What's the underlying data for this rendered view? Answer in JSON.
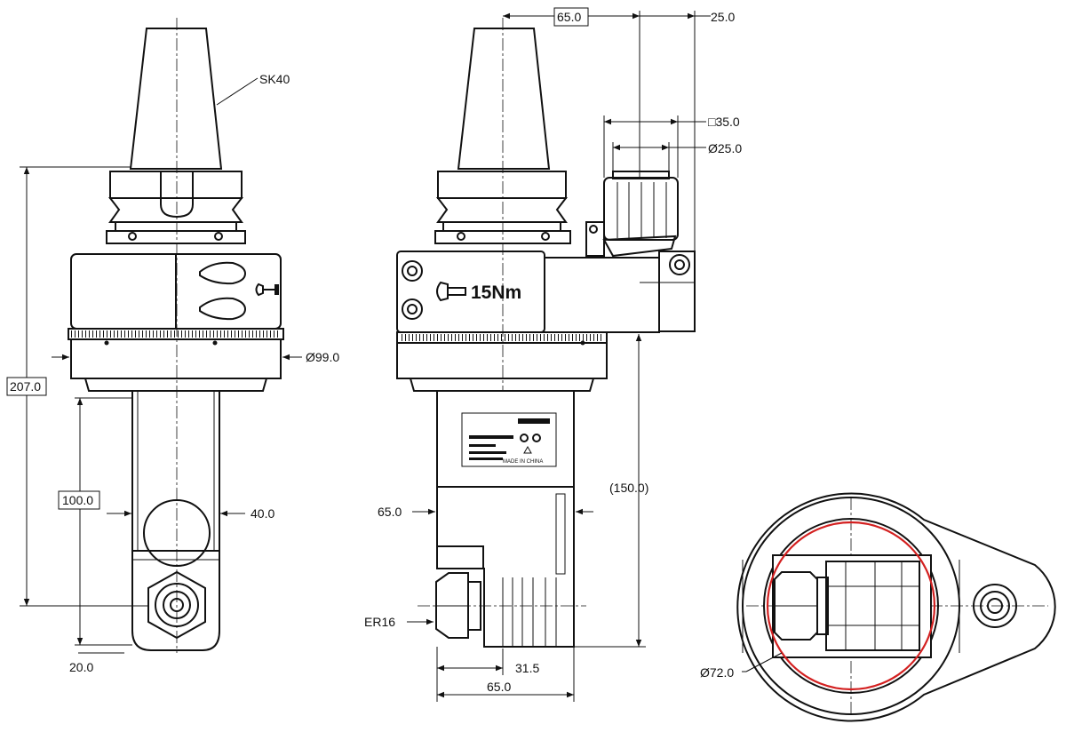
{
  "labels": {
    "sk40": "SK40",
    "torque": "15Nm",
    "er16": "ER16",
    "plate_brand": "",
    "made_in": "MADE IN CHINA"
  },
  "dimensions": {
    "d207": "207.0",
    "d100": "100.0",
    "d20": "20.0",
    "d40": "40.0",
    "dia99": "Ø99.0",
    "d65_top": "65.0",
    "d25_top": "25.0",
    "sq35": "□35.0",
    "dia25": "Ø25.0",
    "d150": "(150.0)",
    "d65_side": "65.0",
    "d31_5": "31.5",
    "d65_bottom": "65.0",
    "dia72": "Ø72.0"
  },
  "colors": {
    "line": "#111111",
    "highlight_circle": "#d32020",
    "background": "#ffffff"
  },
  "icons": {
    "wrench": "wrench-icon",
    "warning": "warning-icon"
  }
}
